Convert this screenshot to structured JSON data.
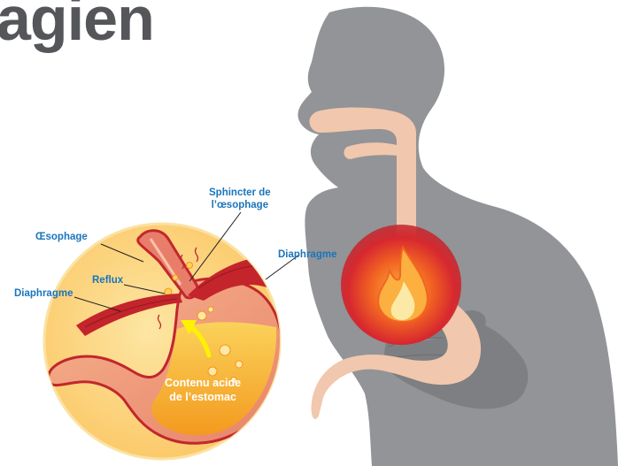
{
  "title": "agien",
  "labels": {
    "sphincter_line1": "Sphincter de",
    "sphincter_line2": "l’œsophage",
    "oesophage": "Œsophage",
    "diaphragme_right": "Diaphragme",
    "reflux": "Reflux",
    "diaphragme_left": "Diaphragme",
    "contenu_line1": "Contenu acide",
    "contenu_line2": "de l’estomac"
  },
  "colors": {
    "title": "#54565a",
    "label_blue": "#1b75bb",
    "silhouette": "#929497",
    "silhouette_dark": "#7d7f82",
    "tract": "#f1c7ad",
    "burn_red": "#d7282f",
    "flame_orange": "#f7941d",
    "zoom_circle": "#fcd276",
    "acid": "#f7b52c",
    "stomach": "#f2a07a",
    "muscle_red": "#c4242b"
  },
  "icons": [
    "flame-icon",
    "reflux-arrow-icon"
  ]
}
